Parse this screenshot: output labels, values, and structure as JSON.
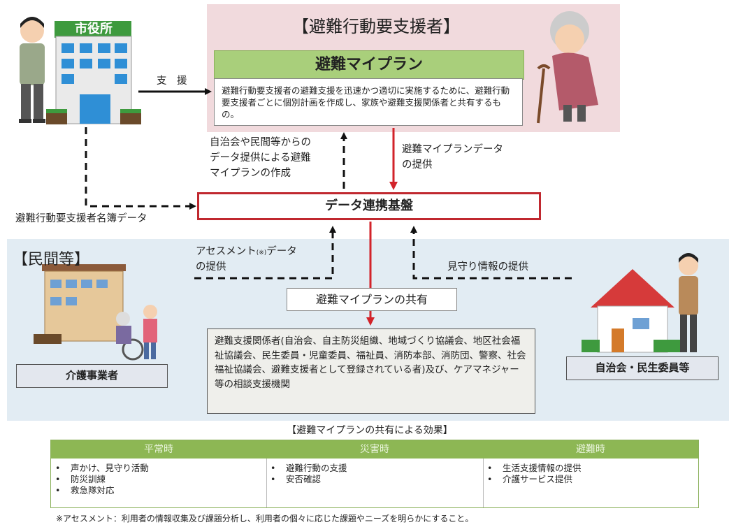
{
  "city_hall": {
    "sign": "市役所"
  },
  "vulnerable": {
    "title": "【避難行動要支援者】"
  },
  "plan": {
    "header": "避難マイプラン",
    "description": "避難行動要支援者の避難支援を迅速かつ適切に実施するために、避難行動要支援者ごとに個別計画を作成し、家族や避難支援関係者と共有するもの。"
  },
  "labels": {
    "support": "支　援",
    "data_provision_line1": "自治会や民間等からの",
    "data_provision_line2": "データ提供による避難",
    "data_provision_line3": "マイプランの作成",
    "plan_data_line1": "避難マイプランデータ",
    "plan_data_line2": "の提供",
    "roster_data": "避難行動要支援者名簿データ",
    "assessment_line1_a": "アセスメント",
    "assessment_note_mark": "(※)",
    "assessment_line1_b": "データ",
    "assessment_line2": "の提供",
    "watch_info": "見守り情報の提供"
  },
  "platform": {
    "label": "データ連携基盤"
  },
  "private_sector": {
    "title": "【民間等】"
  },
  "share": {
    "label": "避難マイプランの共有"
  },
  "holders": {
    "text": "避難支援関係者(自治会、自主防災組織、地域づくり協議会、地区社会福祉協議会、民生委員・児童委員、福祉員、消防本部、消防団、警察、社会福祉協議会、避難支援者として登録されている者)及び、ケアマネジャー等の相談支援機関"
  },
  "care_provider": {
    "label": "介護事業者"
  },
  "neighborhood": {
    "label": "自治会・民生委員等"
  },
  "effects": {
    "title": "【避難マイプランの共有による効果】",
    "columns": [
      {
        "header": "平常時",
        "items": [
          "声かけ、見守り活動",
          "防災訓練",
          "救急隊対応"
        ]
      },
      {
        "header": "災害時",
        "items": [
          "避難行動の支援",
          "安否確認"
        ]
      },
      {
        "header": "避難時",
        "items": [
          "生活支援情報の提供",
          "介護サービス提供"
        ]
      }
    ]
  },
  "footnote": "※アセスメント：利用者の情報収集及び課題分析し、利用者の個々に応じた課題やニーズを明らかにすること。",
  "colors": {
    "accent_red": "#d2232a",
    "green": "#8db754",
    "pink_bg": "#f1dadd",
    "blue_bg": "#e2ecf3"
  }
}
